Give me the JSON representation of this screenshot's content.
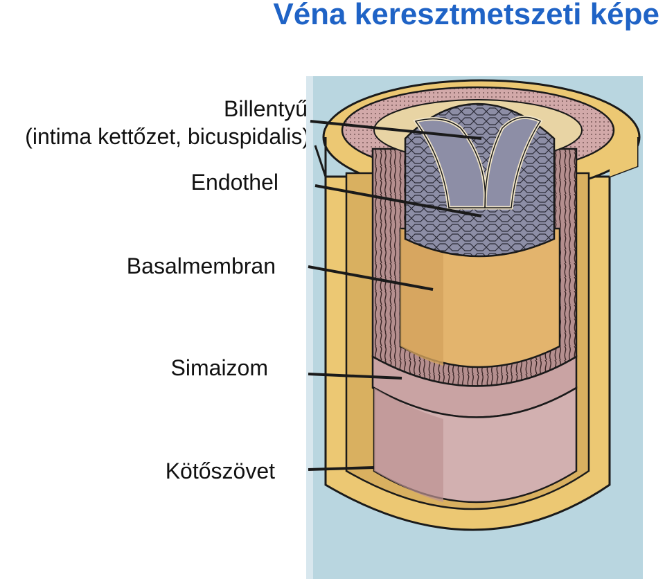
{
  "title": "Véna keresztmetszeti képe",
  "labels": {
    "valve_line1": "Billentyű",
    "valve_line2": "(intima kettőzet, bicuspidalis)",
    "endothel": "Endothel",
    "basalmembran": "Basalmembran",
    "simaizom": "Simaizom",
    "kotoszovet": "Kötőszövet"
  },
  "colors": {
    "title": "#1f63c6",
    "outer_skin": "#b9d6e0",
    "connective": "#ecc873",
    "smooth_muscle": "#c9a3a3",
    "basal": "#e3b46d",
    "endothel": "#8d8ea6",
    "outline": "#1a1a1a"
  }
}
